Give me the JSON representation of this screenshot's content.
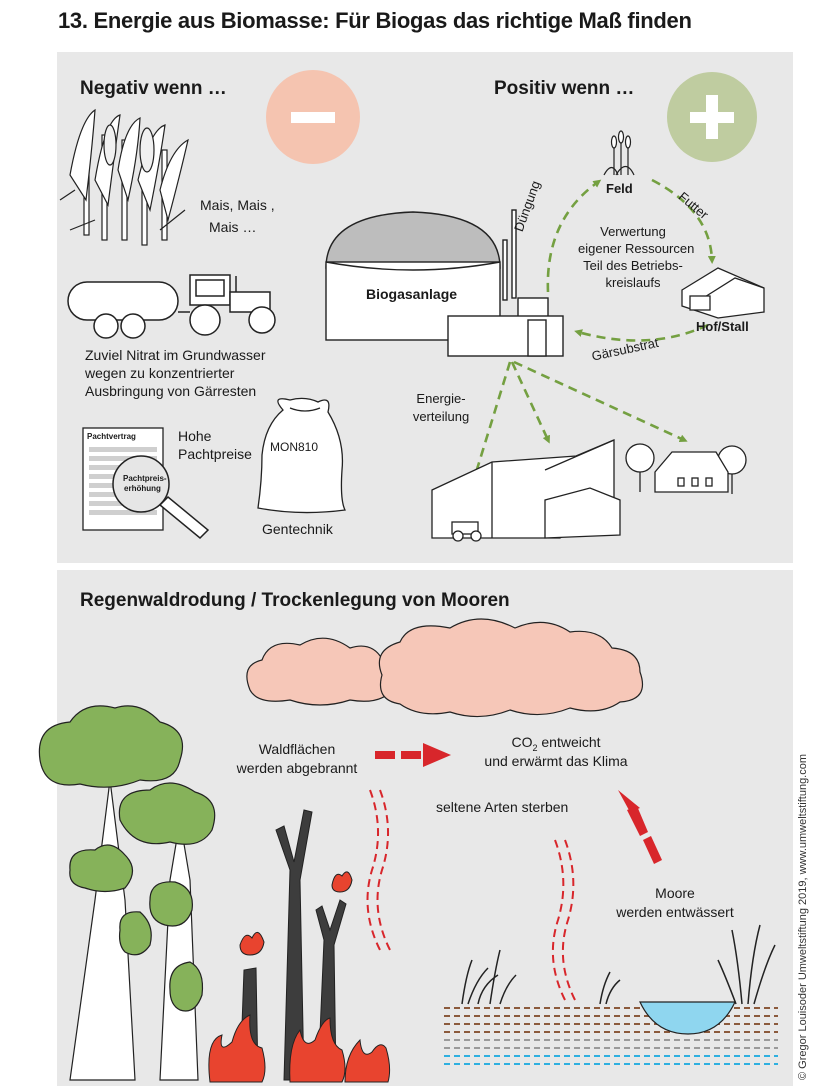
{
  "title": "13. Energie aus Biomasse: Für Biogas das richtige Maß finden",
  "negative": {
    "heading": "Negativ wenn …",
    "corn": [
      "Mais, Mais ,",
      "Mais …"
    ],
    "nitrate": [
      "Zuviel Nitrat im Grundwasser",
      "wegen zu konzentrierter",
      "Ausbringung von Gärresten"
    ],
    "lease": [
      "Hohe",
      "Pachtpreise"
    ],
    "document_title": "Pachtvertrag",
    "magnifier": [
      "Pachtpreis-",
      "erhöhung"
    ],
    "sack": "MON810",
    "gene": "Gentechnik"
  },
  "positive": {
    "heading": "Positiv wenn …",
    "plant": "Biogasanlage",
    "field": "Feld",
    "farm": "Hof/Stall",
    "fertilizing": "Düngung",
    "feed": "Futter",
    "digestate": "Gärsubstrat",
    "cycle": [
      "Verwertung",
      "eigener Ressourcen",
      "Teil des Betriebs-",
      "kreislaufs"
    ],
    "energy": [
      "Energie-",
      "verteilung"
    ]
  },
  "rainforest": {
    "heading": "Regenwaldrodung / Trockenlegung von Mooren",
    "burn": [
      "Waldflächen",
      "werden abgebrannt"
    ],
    "co2_line1": "CO",
    "co2_sub": "2",
    "co2_line1_rest": " entweicht",
    "co2_line2": "und erwärmt das Klima",
    "species": "seltene Arten sterben",
    "moor": [
      "Moore",
      "werden entwässert"
    ]
  },
  "credit": "© Gregor Louisoder Umweltstiftung 2019, www.umweltstiftung.com",
  "colors": {
    "panel": "#e8e8e8",
    "minus": "#f5c4b0",
    "plus": "#bfcca0",
    "arrow_green": "#74a041",
    "arrow_red": "#d8262b",
    "cloud": "#f6c7b8",
    "tree": "#86b25a",
    "fire": "#e8442f",
    "water": "#8fd6ef"
  }
}
